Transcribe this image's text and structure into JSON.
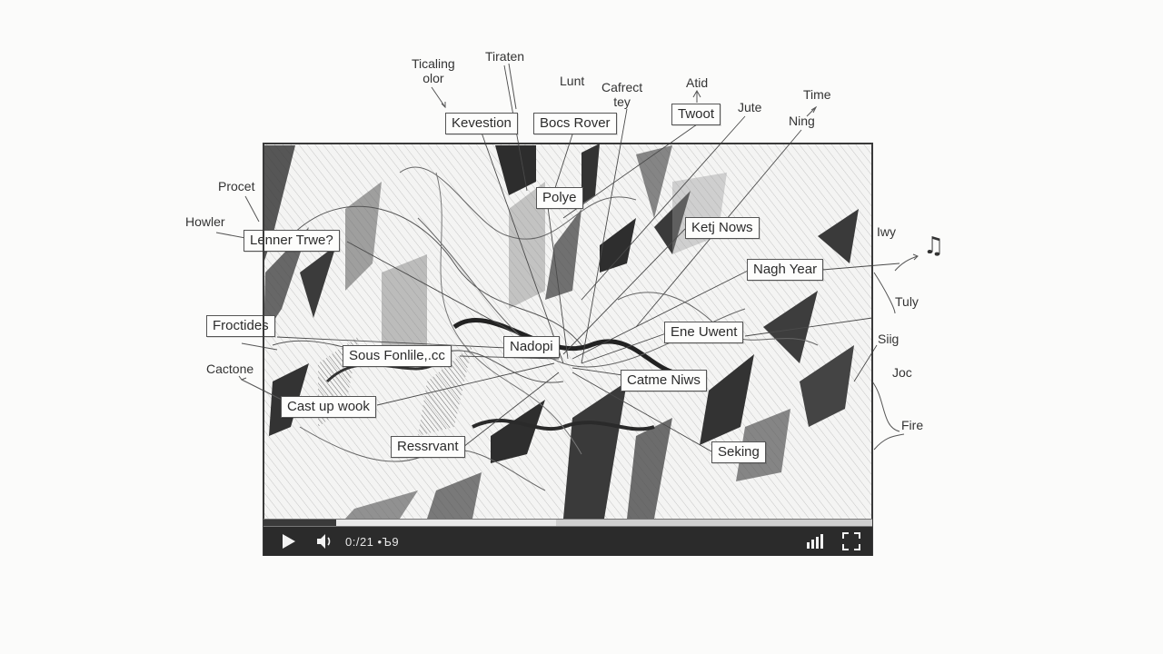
{
  "top_labels": {
    "ticaling": "Ticaling\nolor",
    "tiraten": "Tiraten",
    "lunt": "Lunt",
    "cafrect": "Cafrect\ntey",
    "atid": "Atid",
    "jute": "Jute",
    "time": "Time",
    "ning": "Ning"
  },
  "left_labels": {
    "procet": "Procet",
    "howler": "Howler",
    "cactone": "Cactone"
  },
  "right_labels": {
    "iwy": "Iwy",
    "tuly": "Tuly",
    "siig": "Siig",
    "joc": "Joc",
    "fire": "Fire"
  },
  "boxes": {
    "kevestion": "Kevestion",
    "bocs_rover": "Bocs Rover",
    "twoot": "Twoot",
    "polye": "Polye",
    "ketj_nows": "Ketj Nows",
    "lenner_trwe": "Lenner Trwe?",
    "nagh_year": "Nagh Year",
    "froctides": "Froctides",
    "ene_uwent": "Ene Uwent",
    "sous_fonlile": "Sous Fonlile,.cc",
    "nadopi": "Nadopi",
    "catme_niws": "Catme Niws",
    "cast_up_wook": "Cast up wook",
    "ressrvant": "Ressrvant",
    "seking": "Seking"
  },
  "player": {
    "time_display": "0:/21 •Ъ9",
    "played_fraction": 0.12,
    "buffered_fraction": 0.48,
    "icons": {
      "play": "play-icon",
      "volume": "volume-icon",
      "quality": "signal-bars-icon",
      "fullscreen": "fullscreen-icon"
    }
  },
  "decor": {
    "music_note": "♫"
  },
  "colors": {
    "ink": "#2b2b2b",
    "paper": "#fbfbfa",
    "control_bar": "#2b2b2b"
  }
}
